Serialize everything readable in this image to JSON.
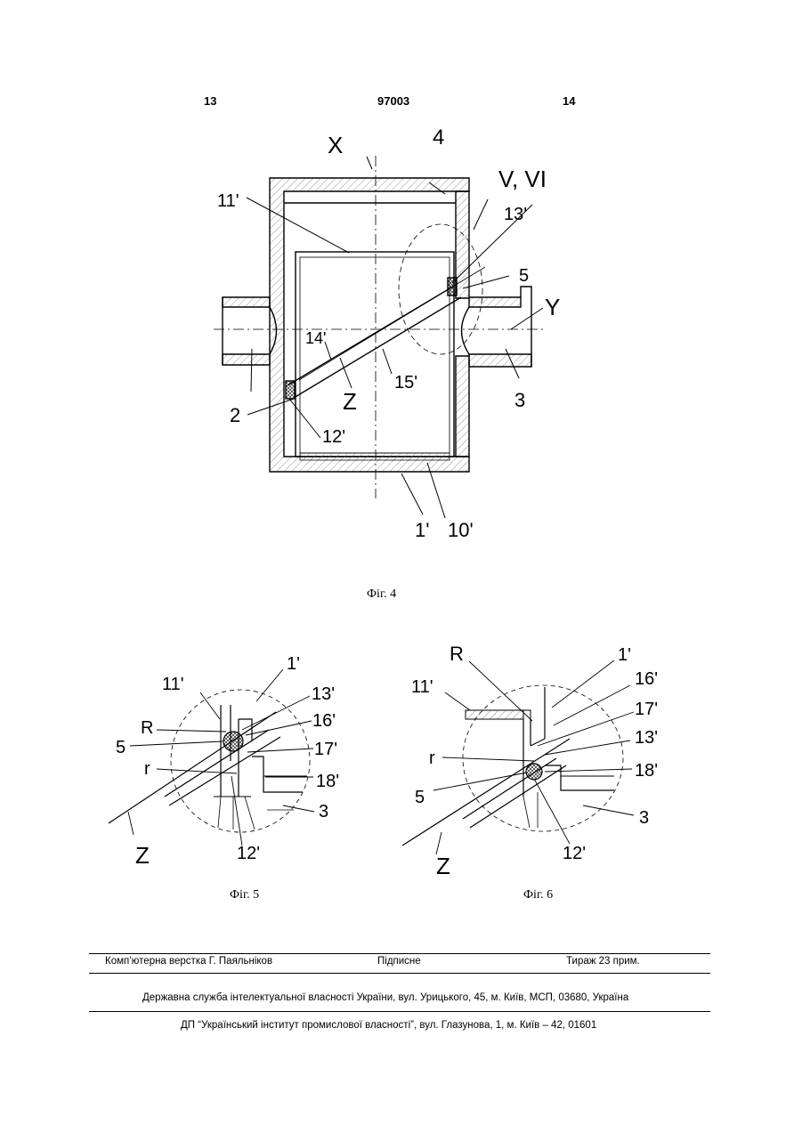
{
  "header": {
    "page_left": "13",
    "patent_number": "97003",
    "page_right": "14"
  },
  "fig4": {
    "caption": "Фіг. 4",
    "labels": {
      "x": "X",
      "l4": "4",
      "v_vi": "V, VI",
      "l11": "11'",
      "l13": "13'",
      "l5": "5",
      "y": "Y",
      "l14": "14'",
      "l2": "2",
      "z": "Z",
      "l15": "15'",
      "l3": "3",
      "l12": "12'",
      "l1": "1'",
      "l10": "10'"
    }
  },
  "fig5": {
    "caption": "Фіг. 5",
    "labels": {
      "l1": "1'",
      "l11": "11'",
      "l13": "13'",
      "r_big": "R",
      "l16": "16'",
      "l5": "5",
      "l17": "17'",
      "r_small": "r",
      "l18": "18'",
      "l3": "3",
      "z": "Z",
      "l12": "12'"
    }
  },
  "fig6": {
    "caption": "Фіг. 6",
    "labels": {
      "r_big": "R",
      "l1": "1'",
      "l11": "11'",
      "l16": "16'",
      "l17": "17'",
      "l13": "13'",
      "r_small": "r",
      "l18": "18'",
      "l5": "5",
      "l3": "3",
      "z": "Z",
      "l12": "12'"
    }
  },
  "footer": {
    "layout": "Комп’ютерна верстка Г. Паяльніков",
    "signed": "Підписне",
    "circulation": "Тираж 23 прим.",
    "office": "Державна служба інтелектуальної власності України, вул. Урицького, 45, м. Київ, МСП, 03680, Україна",
    "institute": "ДП “Український інститут промислової власності”, вул. Глазунова, 1, м. Київ – 42, 01601"
  }
}
